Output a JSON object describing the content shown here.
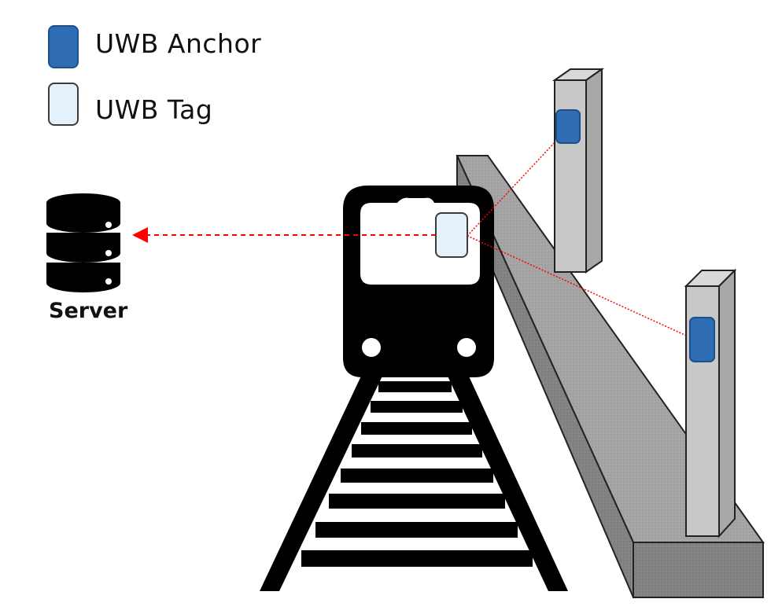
{
  "legend": {
    "items": [
      {
        "label": "UWB Anchor",
        "color": "#2e6db4"
      },
      {
        "label": "UWB Tag",
        "color": "#e4f1fb"
      }
    ]
  },
  "server": {
    "label": "Server",
    "icon": "database-icon"
  },
  "colors": {
    "anchor_fill": "#2e6db4",
    "anchor_stroke": "#1f4f88",
    "tag_fill": "#e4f1fb",
    "pillar_fill": "#c8c8c8",
    "platform_top": "#a9a9a9",
    "platform_side": "#8a8a8a",
    "signal_line": "#ff0000",
    "train_body": "#000000"
  }
}
